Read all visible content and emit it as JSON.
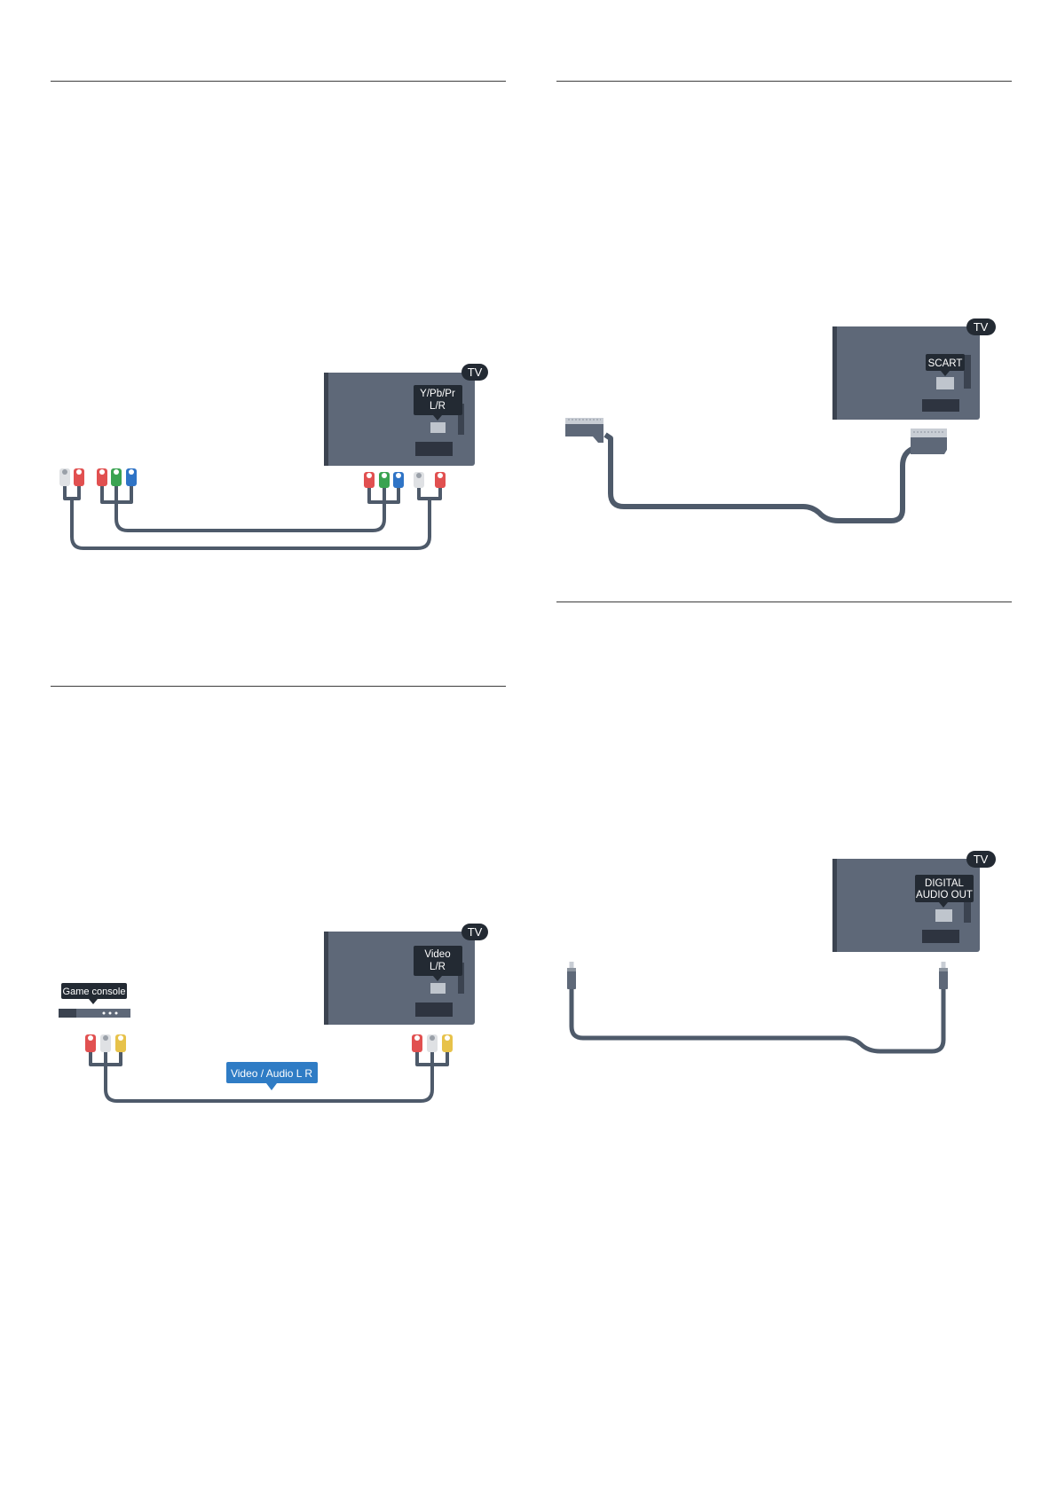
{
  "colors": {
    "tv_body": "#5e6878",
    "tv_dark": "#3b4350",
    "tag_bg": "#232a33",
    "cable": "#4e5a6a",
    "callout_blue": "#2f7cc5",
    "plug_white": "#dfe1e4",
    "plug_red": "#e15050",
    "plug_green": "#3aa351",
    "plug_blue": "#2f74c6",
    "plug_yellow": "#e7c24a"
  },
  "diagrams": {
    "ypbpr": {
      "tv_badge": "TV",
      "port_line1": "Y/Pb/Pr",
      "port_line2": "L/R"
    },
    "scart": {
      "tv_badge": "TV",
      "port_label": "SCART"
    },
    "cvbs": {
      "tv_badge": "TV",
      "port_line1": "Video",
      "port_line2": "L/R",
      "device_label": "Game console",
      "cable_label": "Video / Audio L R"
    },
    "digital_audio": {
      "tv_badge": "TV",
      "port_line1": "DIGITAL",
      "port_line2": "AUDIO OUT"
    }
  }
}
